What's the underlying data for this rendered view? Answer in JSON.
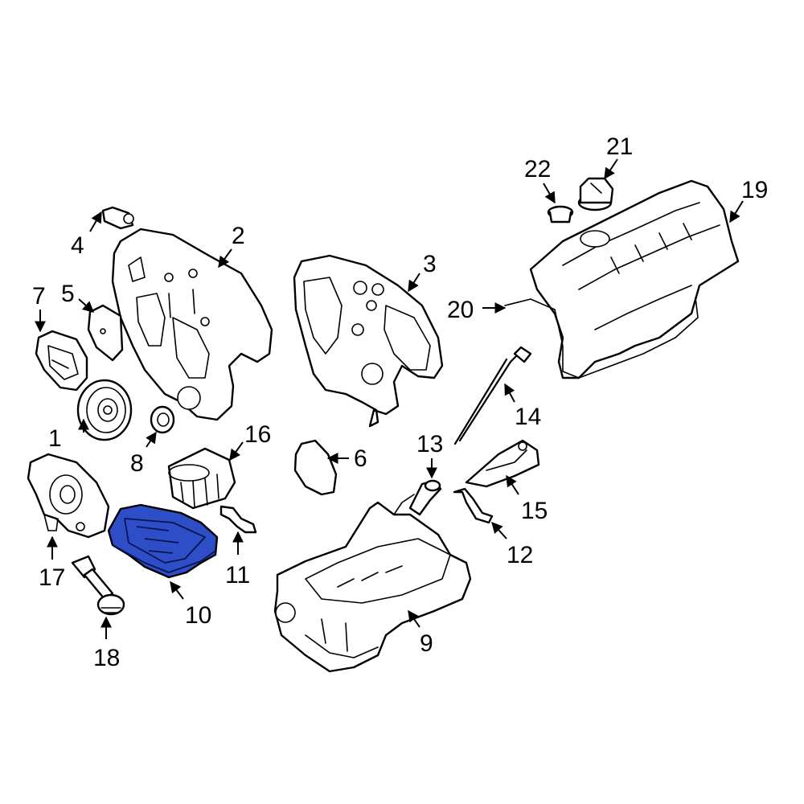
{
  "highlight_color": "#2e4ec8",
  "callouts": {
    "c1": "1",
    "c2": "2",
    "c3": "3",
    "c4": "4",
    "c5": "5",
    "c6": "6",
    "c7": "7",
    "c8": "8",
    "c9": "9",
    "c10": "10",
    "c11": "11",
    "c12": "12",
    "c13": "13",
    "c14": "14",
    "c15": "15",
    "c16": "16",
    "c17": "17",
    "c18": "18",
    "c19": "19",
    "c20": "20",
    "c21": "21",
    "c22": "22"
  },
  "highlighted_part": "10"
}
